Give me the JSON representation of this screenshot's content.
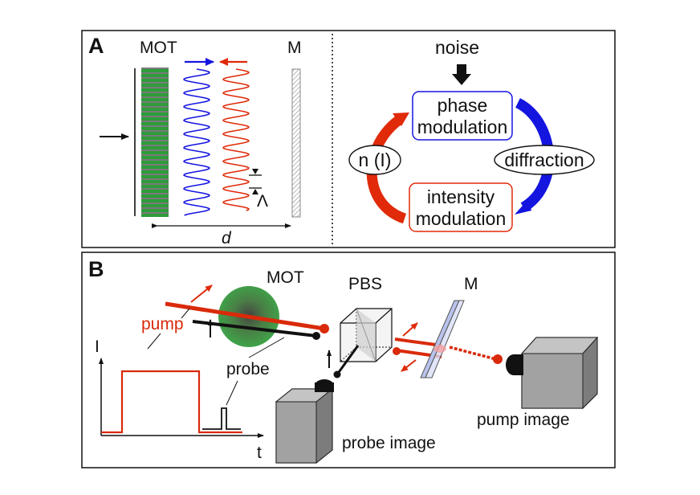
{
  "panel_a": {
    "letter": "A",
    "mot_label": "MOT",
    "mirror_label": "M",
    "distance_label": "d",
    "period_label": "Λ",
    "feedback_loop": {
      "noise": "noise",
      "phase_line1": "phase",
      "phase_line2": "modulation",
      "intensity_line1": "intensity",
      "intensity_line2": "modulation",
      "diffraction": "diffraction",
      "nonlinearity": "n (I)"
    },
    "colors": {
      "blue": "#1515e0",
      "red": "#e02a0a",
      "mot_green": "#2e9c3a",
      "black": "#111111"
    }
  },
  "panel_b": {
    "letter": "B",
    "mot_label": "MOT",
    "pbs_label": "PBS",
    "mirror_label": "M",
    "pump_label": "pump",
    "probe_label": "probe",
    "y_axis_label": "I",
    "x_axis_label": "t",
    "probe_image_label": "probe image",
    "pump_image_label": "pump image",
    "colors": {
      "pump_red": "#d92a0a",
      "camera_gray": "#9a9a9a",
      "mirror_blue": "#c8cff0"
    }
  }
}
